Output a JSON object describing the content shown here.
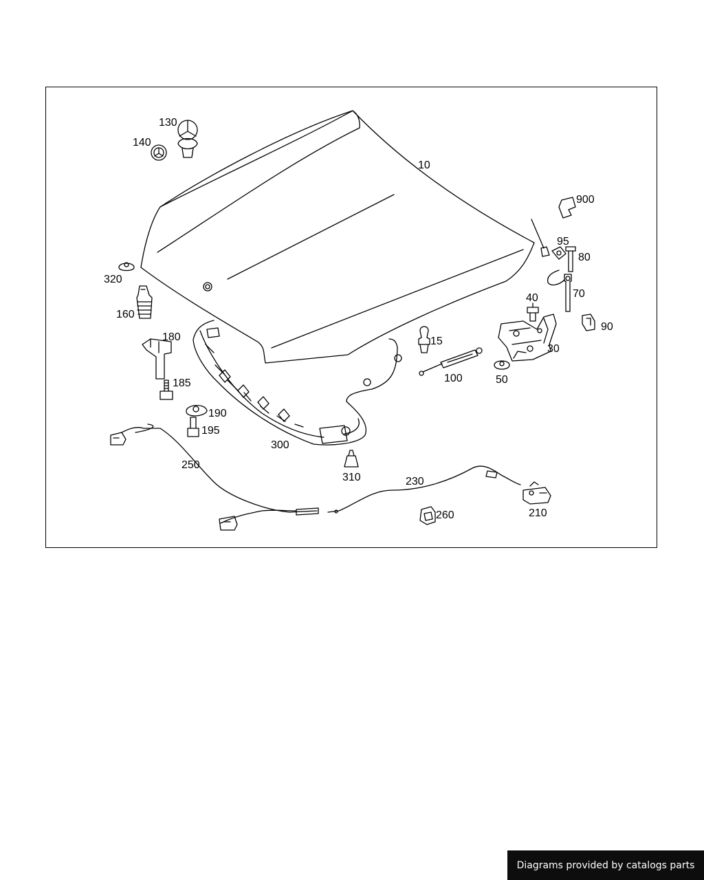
{
  "diagram": {
    "callouts": [
      "10",
      "15",
      "30",
      "40",
      "50",
      "70",
      "80",
      "90",
      "95",
      "100",
      "130",
      "140",
      "160",
      "180",
      "185",
      "190",
      "195",
      "210",
      "230",
      "250",
      "260",
      "300",
      "310",
      "320",
      "900"
    ]
  },
  "footer": {
    "text": "Diagrams provided by catalogs parts"
  }
}
